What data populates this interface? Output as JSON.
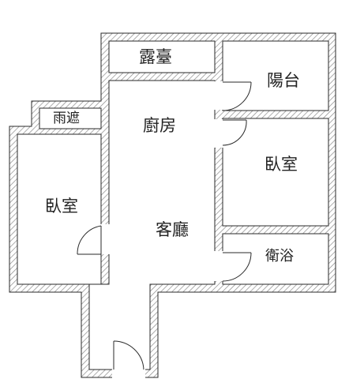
{
  "rooms": {
    "terrace": "露臺",
    "balcony": "陽台",
    "canopy": "雨遮",
    "kitchen": "廚房",
    "bedroom_right": "臥室",
    "bedroom_left": "臥室",
    "living_room": "客廳",
    "bathroom": "衛浴"
  },
  "colors": {
    "wall_stroke": "#2a2a2a",
    "wall_hatch": "#8a8a8a",
    "background": "#ffffff",
    "label": "#222222"
  }
}
